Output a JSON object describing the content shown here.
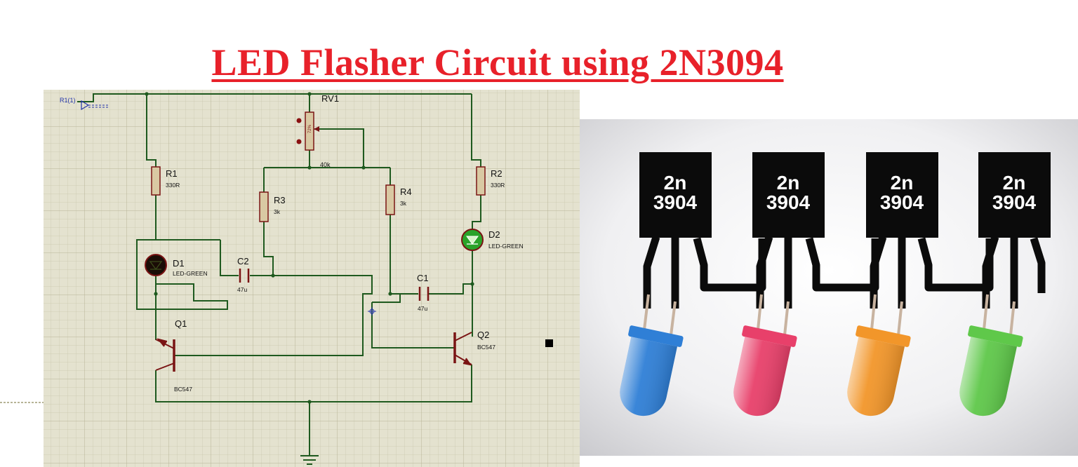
{
  "title": "LED Flasher Circuit using 2N3094",
  "schematic": {
    "probe_label": "R1(1)",
    "components": {
      "rv1": {
        "ref": "RV1",
        "value": "40k",
        "wiper": "72%"
      },
      "r1": {
        "ref": "R1",
        "value": "330R"
      },
      "r2": {
        "ref": "R2",
        "value": "330R"
      },
      "r3": {
        "ref": "R3",
        "value": "3k"
      },
      "r4": {
        "ref": "R4",
        "value": "3k"
      },
      "c1": {
        "ref": "C1",
        "value": "47u"
      },
      "c2": {
        "ref": "C2",
        "value": "47u"
      },
      "d1": {
        "ref": "D1",
        "value": "LED-GREEN"
      },
      "d2": {
        "ref": "D2",
        "value": "LED-GREEN"
      },
      "q1": {
        "ref": "Q1",
        "value": "BC547"
      },
      "q2": {
        "ref": "Q2",
        "value": "BC547"
      }
    }
  },
  "photo": {
    "transistors": [
      {
        "line1": "2n",
        "line2": "3904"
      },
      {
        "line1": "2n",
        "line2": "3904"
      },
      {
        "line1": "2n",
        "line2": "3904"
      },
      {
        "line1": "2n",
        "line2": "3904"
      }
    ],
    "leds": [
      {
        "color": "blue",
        "hex": "#2f7fd6"
      },
      {
        "color": "red",
        "hex": "#e8406a"
      },
      {
        "color": "orange",
        "hex": "#f2962a"
      },
      {
        "color": "green",
        "hex": "#5fc84a"
      }
    ]
  },
  "colors": {
    "title": "#e8212a",
    "wire": "#1f5a1f",
    "component": "#7a1414",
    "grid_bg": "#e4e2cf",
    "label_blue": "#2233aa"
  }
}
